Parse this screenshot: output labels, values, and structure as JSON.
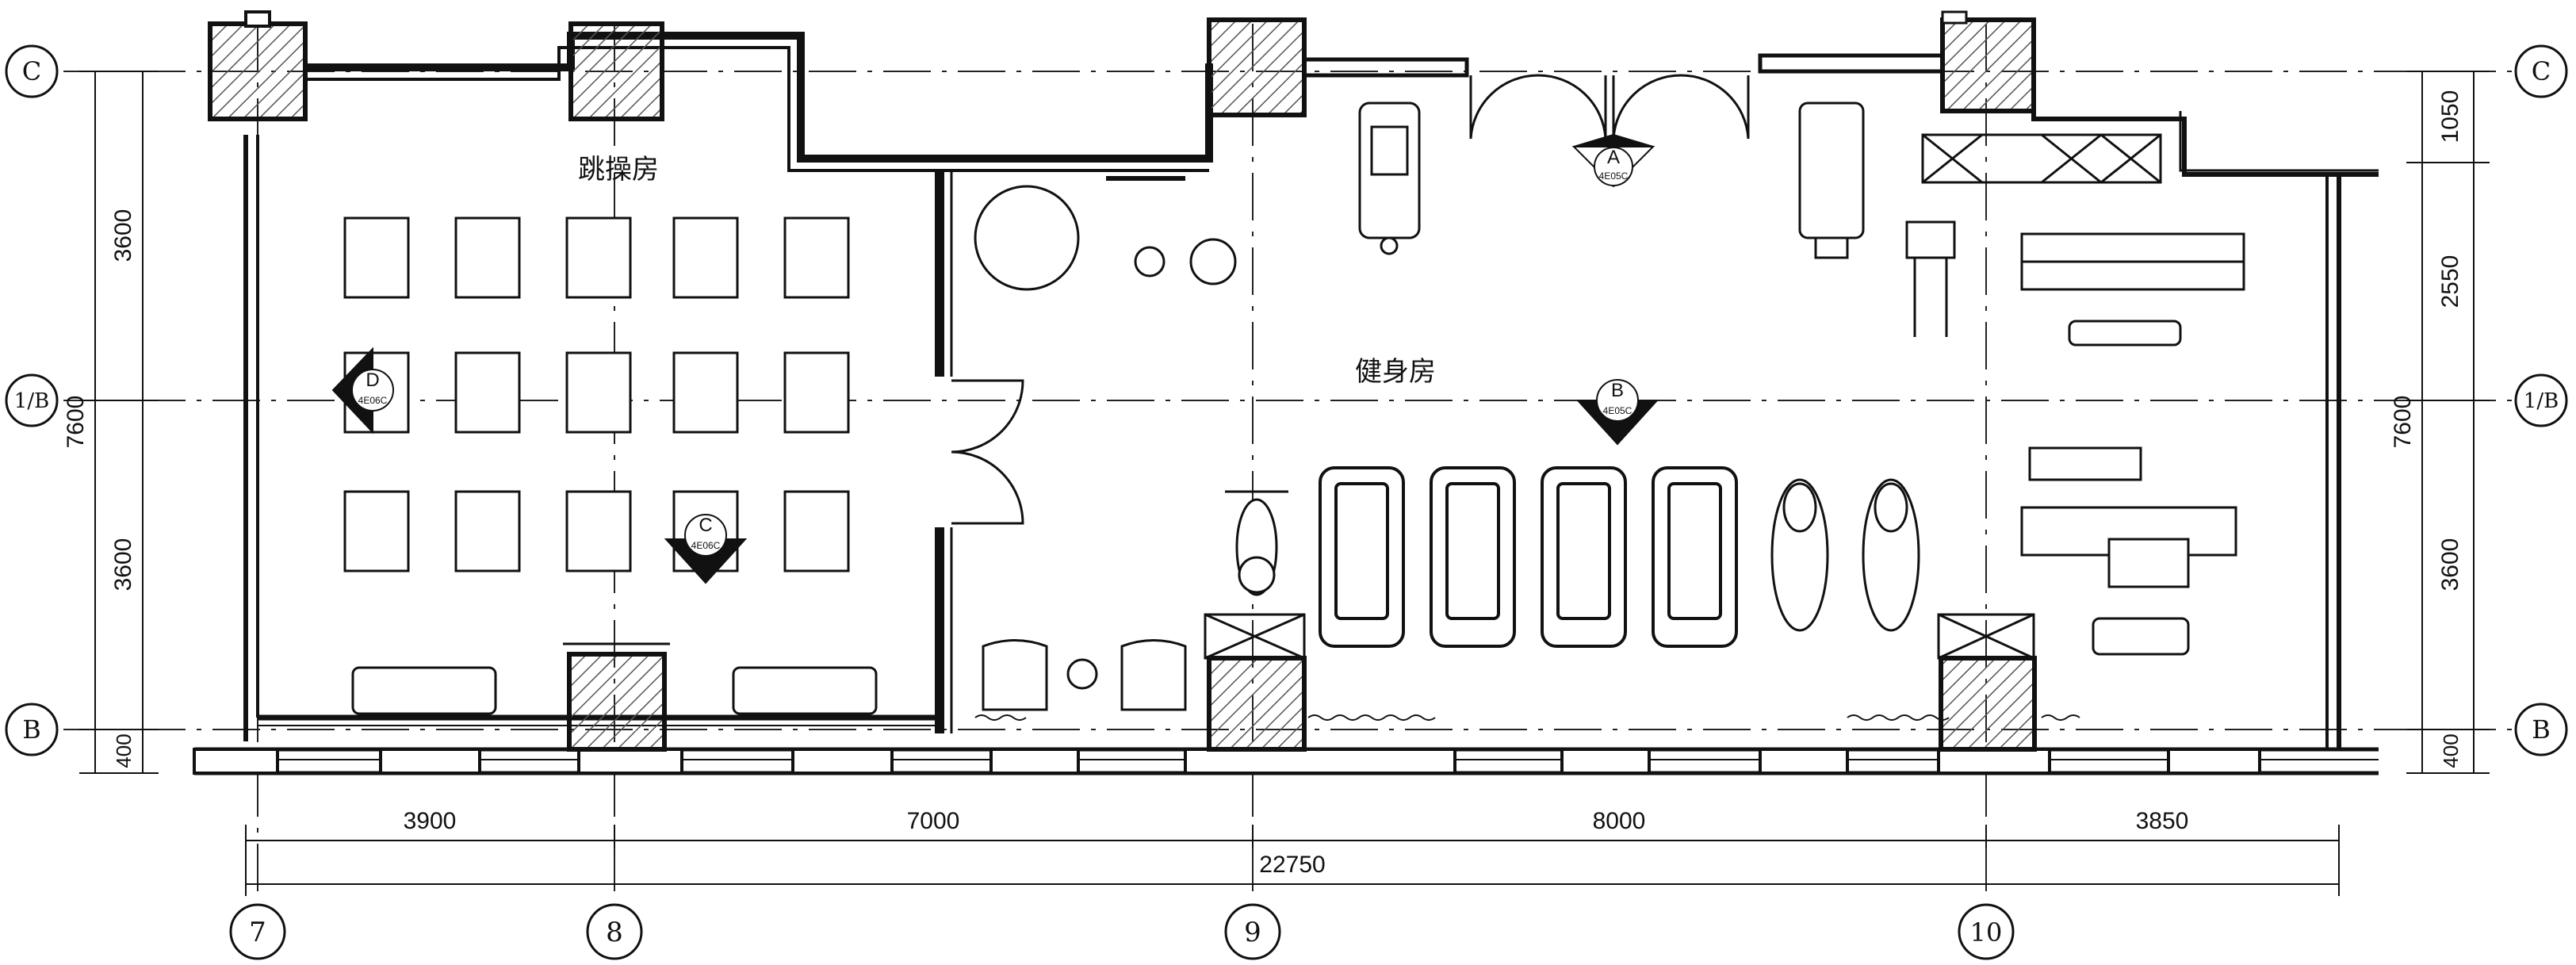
{
  "rooms": {
    "aerobics": "跳操房",
    "gym": "健身房"
  },
  "grid_axes": {
    "columns": [
      "7",
      "8",
      "9",
      "10"
    ],
    "rows_left": [
      "C",
      "1/B",
      "B"
    ],
    "rows_right": [
      "C",
      "1/B",
      "B"
    ]
  },
  "dimensions": {
    "bottom_segments": [
      "3900",
      "7000",
      "8000",
      "3850"
    ],
    "bottom_total": "22750",
    "left_segments": [
      "3600",
      "3600",
      "400"
    ],
    "left_total": "7600",
    "right_segments": [
      "1050",
      "2550",
      "3600",
      "400"
    ],
    "right_total": "7600"
  },
  "elevation_markers": {
    "A": {
      "letter": "A",
      "ref": "4E05C"
    },
    "B": {
      "letter": "B",
      "ref": "4E05C"
    },
    "C": {
      "letter": "C",
      "ref": "4E06C"
    },
    "D": {
      "letter": "D",
      "ref": "4E06C"
    }
  },
  "colors": {
    "line": "#111111",
    "column_hatch": "#555555"
  }
}
